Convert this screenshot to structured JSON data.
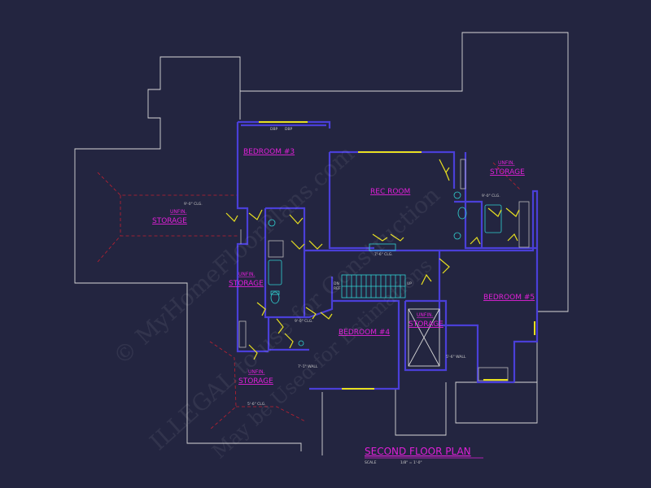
{
  "rooms": {
    "bedroom3": "BEDROOM #3",
    "rec_room": "REC ROOM",
    "bedroom4": "BEDROOM #4",
    "bedroom5": "BEDROOM #5"
  },
  "storage": {
    "unfin": "UNFIN.",
    "storage": "STORAGE"
  },
  "notes": {
    "dbp": "DBP",
    "clg_9ft": "9'-0\" CLG.",
    "clg_7_6": "7'-6\" CLG.",
    "wall_7_1": "7'-1\" WALL",
    "wall_5_6": "5'-6\" WALL",
    "clg_5_6": "5'-6\" CLG.",
    "up": "UP",
    "dn": "DN",
    "ref": "REF"
  },
  "title": {
    "main": "SECOND FLOOR PLAN",
    "scale_label": "SCALE",
    "scale_value": "1/8\" = 1'-0\""
  },
  "watermark": {
    "line1": "© MyHomeFloorPlans.com",
    "line2": "ILLEGAL to use for Construction",
    "line3": "May be Used for Estimations"
  },
  "colors": {
    "background": "#232540",
    "wall": "#4a3fd8",
    "outline": "#d8d8d8",
    "label": "#e020d8",
    "door": "#e8e020",
    "fixture": "#30d0d0",
    "hidden": "#c02030"
  }
}
